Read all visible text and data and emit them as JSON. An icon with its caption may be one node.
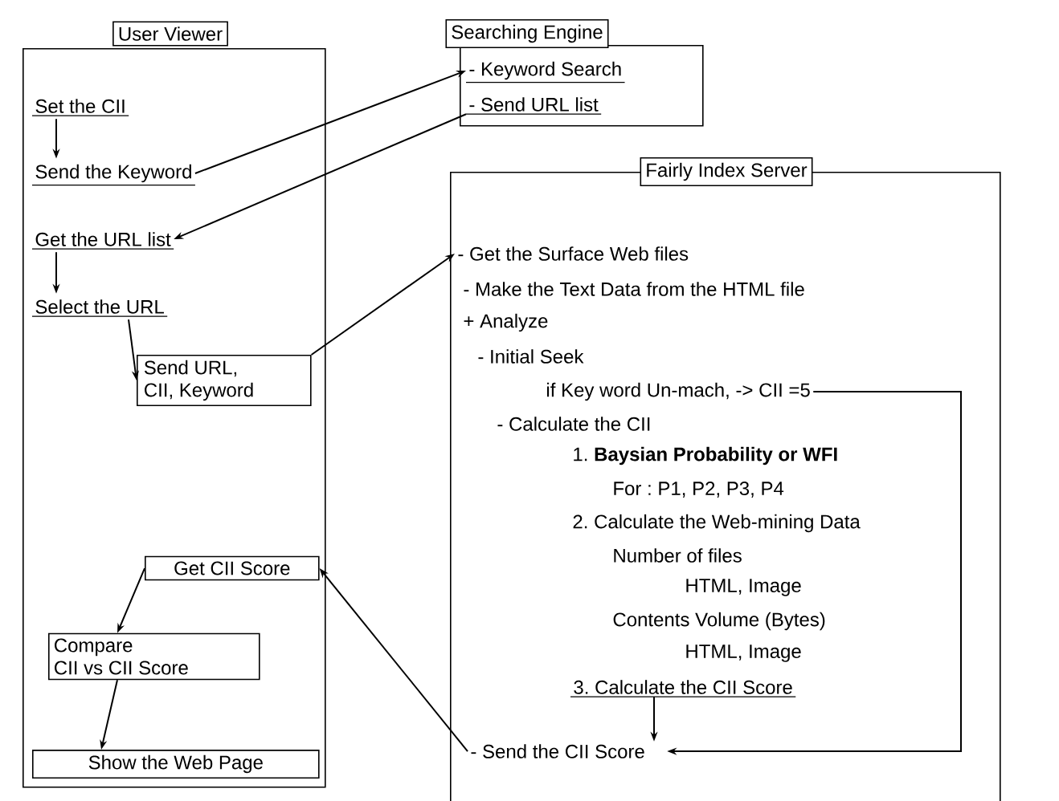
{
  "diagram": {
    "nodes": [
      {
        "text": [
          "User Viewer"
        ]
      },
      {
        "text": [
          "Set the CII"
        ],
        "in": 0
      },
      {
        "text": [
          "Send the Keyword"
        ],
        "in": 0
      },
      {
        "text": [
          "Get the URL list"
        ],
        "in": 0
      },
      {
        "text": [
          "Select the URL"
        ],
        "in": 0
      },
      {
        "text": [
          "Send URL, CII, Keyword"
        ],
        "in": 0
      },
      {
        "text": [
          "Get CII Score"
        ],
        "in": 0
      },
      {
        "text": [
          "Compare CII vs CII Score"
        ],
        "in": 0
      },
      {
        "text": [
          "Show the Web Page"
        ],
        "in": 0
      },
      {
        "text": [
          "Searching Engine"
        ]
      },
      {
        "text": [
          "- Keyword Search"
        ],
        "in": 9
      },
      {
        "text": [
          "- Send URL list"
        ],
        "in": 9
      },
      {
        "text": [
          "Fairly Index Server",
          "- Make the Text Data from the HTML file",
          "+ Analyze",
          "- Initial Seek",
          "- Calculate the CII",
          "1. **Baysian Probability or WFI**",
          "For : P1, P2, P3, P4",
          "2. Calculate the Web-mining Data",
          "Number of files",
          "HTML, Image",
          "Contents Volume (Bytes)",
          "HTML, Image"
        ]
      },
      {
        "text": [
          "- Get the Surface Web files"
        ],
        "in": 12
      },
      {
        "text": [
          "if Key word Un-mach, -> CII =5"
        ],
        "in": 12
      },
      {
        "text": [
          "3. Calculate the CII Score"
        ],
        "in": 12
      },
      {
        "text": [
          "- Send the CII Score"
        ],
        "in": 12
      }
    ],
    "edges": [
      {
        "from": 1,
        "to": 2,
        "arrow": "to"
      },
      {
        "from": 2,
        "to": 10,
        "arrow": "to"
      },
      {
        "from": 11,
        "to": 3,
        "arrow": "to"
      },
      {
        "from": 3,
        "to": 4,
        "arrow": "to"
      },
      {
        "from": 4,
        "to": 5,
        "arrow": "to"
      },
      {
        "from": 5,
        "to": 13,
        "arrow": "to"
      },
      {
        "from": 14,
        "to": 16,
        "arrow": "to"
      },
      {
        "from": 15,
        "to": 16,
        "arrow": "to"
      },
      {
        "from": 16,
        "to": 6,
        "arrow": "to"
      },
      {
        "from": 6,
        "to": 7,
        "arrow": "to"
      },
      {
        "from": 7,
        "to": 8,
        "arrow": "to"
      }
    ]
  }
}
